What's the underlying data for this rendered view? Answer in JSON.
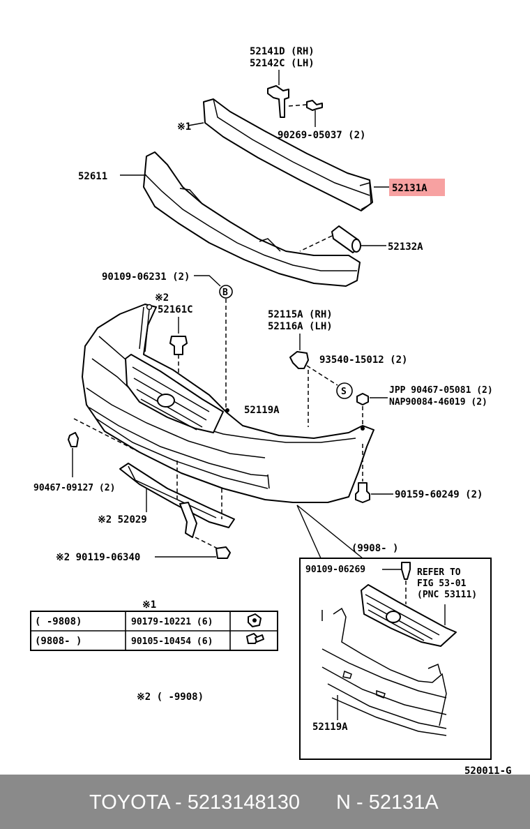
{
  "labels": {
    "p52141d": "52141D (RH)",
    "p52142c": "52142C (LH)",
    "p90269": "90269-05037 (2)",
    "note1_top": "※1",
    "p52611": "52611",
    "p52131a": "52131A",
    "p52132a": "52132A",
    "p90109_06231": "90109-06231 (2)",
    "mark_b": "B",
    "note2_top": "※2",
    "p52161c": "52161C",
    "p52115a": "52115A (RH)",
    "p52116a": "52116A (LH)",
    "p93540": "93540-15012 (2)",
    "mark_s": "S",
    "p_jpp": "JPP 90467-05081 (2)",
    "p_nap": "NAP90084-46019 (2)",
    "p52119a": "52119A",
    "p90467_09127": "90467-09127 (2)",
    "p90159": "90159-60249 (2)",
    "p52029": "※2  52029",
    "p90119": "※2  90119-06340",
    "inset_range": "(9908-       )",
    "p90109_06269": "90109-06269",
    "refer1": "REFER TO",
    "refer2": "FIG 53-01",
    "refer3": "(PNC 53111)",
    "inset_52119a": "52119A",
    "footnote2": "※2  (       -9908)",
    "figure_code": "520011-G"
  },
  "table": {
    "title": "※1",
    "rows": [
      {
        "range": "(      -9808)",
        "part": "90179-10221 (6)"
      },
      {
        "range": "(9808-      )",
        "part": "90105-10454 (6)"
      }
    ]
  },
  "footer": {
    "left": "TOYOTA - 5213148130",
    "right": "N - 52131A"
  },
  "colors": {
    "highlight": "#f7a1a1",
    "footer_bg": "#8a8a8a",
    "footer_text": "#ffffff"
  }
}
